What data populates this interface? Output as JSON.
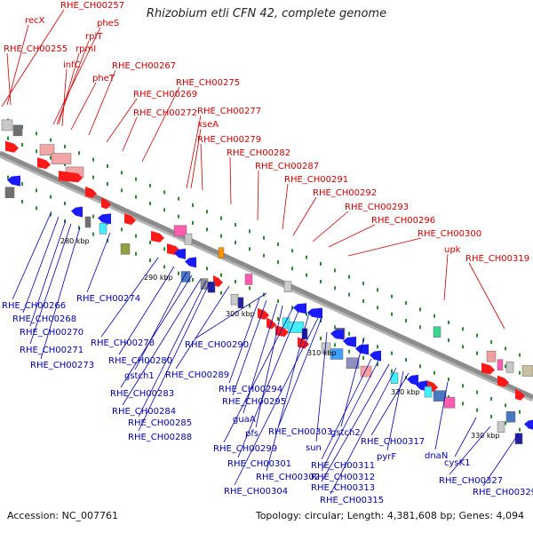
{
  "title": "Rhizobium etli CFN 42, complete genome",
  "footer": {
    "accession": "Accession: NC_007761",
    "topology": "Topology: circular; Length: 4,381,608 bp; Genes: 4,094"
  },
  "colors": {
    "axis": "#8c8c8c",
    "top_label": "#cc0000",
    "bottom_label": "#0000aa",
    "forward_gene": "#ff1a1a",
    "reverse_gene": "#1a1aff",
    "tick": "#2e8b2e"
  },
  "kbp_marks": [
    "280 kbp",
    "290 kbp",
    "300 kbp",
    "310 kbp",
    "320 kbp",
    "330 kbp"
  ],
  "top_labels": [
    "RHE_CH00257",
    "recX",
    "RHE_CH00255",
    "pheS",
    "rplT",
    "rpmI",
    "infC",
    "pheT",
    "RHE_CH00267",
    "RHE_CH00269",
    "RHE_CH00272",
    "RHE_CH00275",
    "RHE_CH00277",
    "xseA",
    "RHE_CH00279",
    "RHE_CH00282",
    "RHE_CH00287",
    "RHE_CH00291",
    "RHE_CH00292",
    "RHE_CH00293",
    "RHE_CH00296",
    "RHE_CH00300",
    "upk",
    "RHE_CH00319"
  ],
  "bottom_labels": [
    "RHE_CH00266",
    "RHE_CH00268",
    "RHE_CH00270",
    "RHE_CH00271",
    "RHE_CH00273",
    "RHE_CH00274",
    "RHE_CH00278",
    "RHE_CH00280",
    "gstch1",
    "RHE_CH00283",
    "RHE_CH00284",
    "RHE_CH00285",
    "RHE_CH00288",
    "RHE_CH00289",
    "RHE_CH00290",
    "RHE_CH00294",
    "RHE_CH00295",
    "guaA",
    "pfs",
    "RHE_CH00299",
    "RHE_CH00301",
    "RHE_CH00302",
    "RHE_CH00303",
    "RHE_CH00304",
    "sun",
    "gstch2",
    "RHE_CH00311",
    "RHE_CH00312",
    "RHE_CH00313",
    "RHE_CH00315",
    "pyrF",
    "RHE_CH00317",
    "dnaN",
    "cysK1",
    "RHE_CH00327",
    "RHE_CH00329"
  ]
}
